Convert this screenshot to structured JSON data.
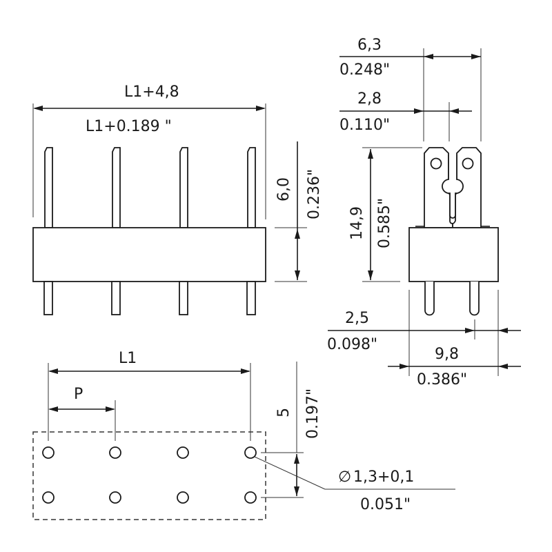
{
  "drawing": {
    "front_view": {
      "overall_length_mm": "L1+4,8",
      "overall_length_in": "L1+0.189    \"",
      "pin_height_mm": "6,0",
      "pin_height_in": "0.236\"",
      "pin_count": 4
    },
    "side_view": {
      "tab_width_mm": "6,3",
      "tab_width_in": "0.248\"",
      "tab_offset_mm": "2,8",
      "tab_offset_in": "0.110\"",
      "height_mm": "14,9",
      "height_in": "0.585\"",
      "pin_offset_mm": "2,5",
      "pin_offset_in": "0.098\"",
      "body_width_mm": "9,8",
      "body_width_in": "0.386\""
    },
    "footprint": {
      "length_label": "L1",
      "pitch_label": "P",
      "row_spacing_mm": "5",
      "row_spacing_in": "0.197\"",
      "hole_diameter_mm": "1,3+0,1",
      "hole_diameter_in": "0.051\"",
      "diameter_symbol": "∅",
      "holes_per_row": 4,
      "rows": 2
    }
  }
}
